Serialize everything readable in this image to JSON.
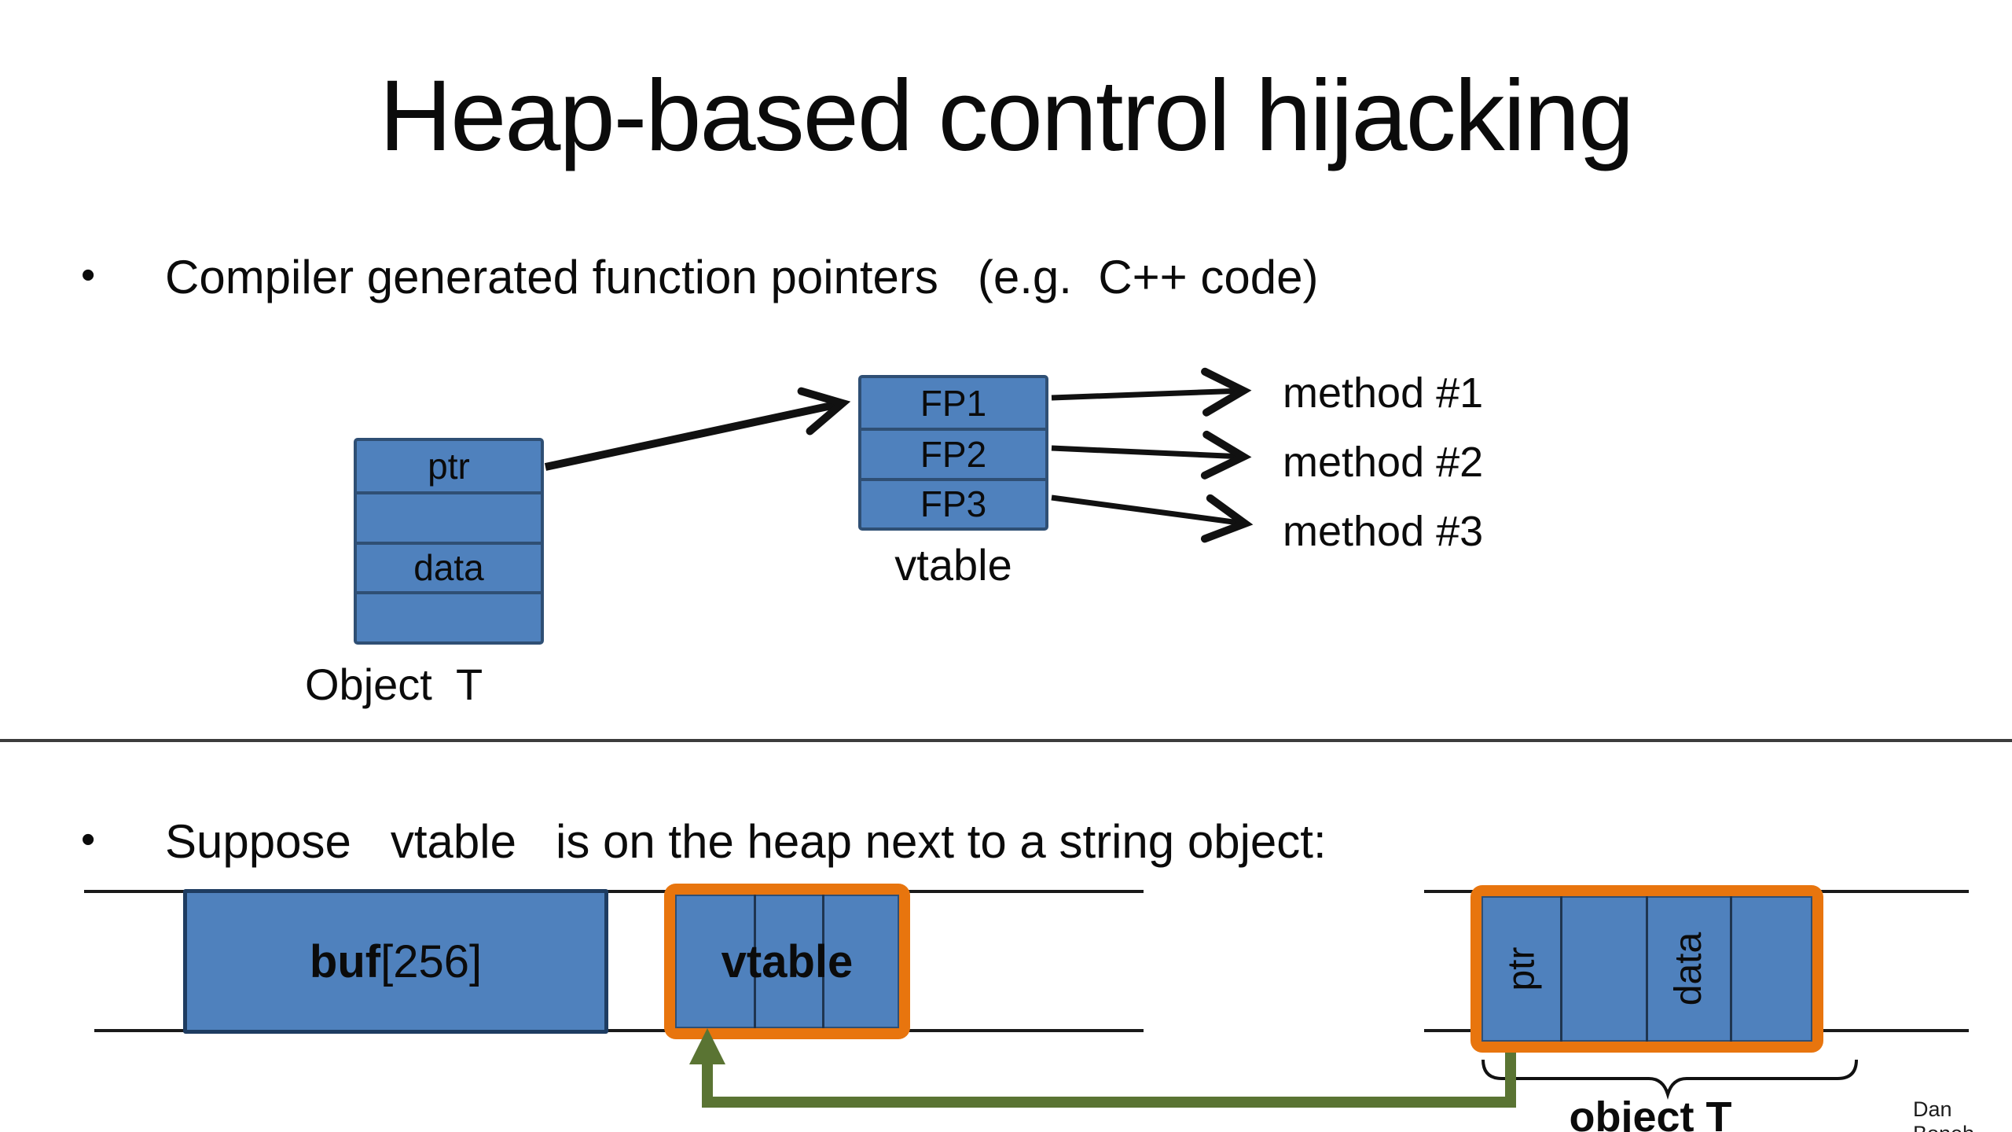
{
  "slide": {
    "title": "Heap-based control hijacking",
    "bullet_glyph": "•",
    "bullet1": "Compiler generated function pointers   (e.g.  C++ code)",
    "bullet2": "Suppose   vtable   is on the heap next to a string object:",
    "credit": "Dan Boneh"
  },
  "object_t": {
    "rows": [
      "ptr",
      "",
      "data",
      ""
    ],
    "label": "Object  T"
  },
  "vtable": {
    "rows": [
      "FP1",
      "FP2",
      "FP3"
    ],
    "label": "vtable"
  },
  "methods": [
    "method #1",
    "method #2",
    "method #3"
  ],
  "heap": {
    "buf_bold": "buf",
    "buf_rest": "[256]",
    "vtable_label": "vtable",
    "object_cells": [
      "ptr",
      "data"
    ],
    "object_label": "object T"
  },
  "colors": {
    "box_blue": "#4f81bd",
    "box_border_blue": "#2f4f74",
    "highlight_orange": "#e8750e",
    "arrow_green": "#5a7433",
    "line_black": "#1a1a1a"
  }
}
